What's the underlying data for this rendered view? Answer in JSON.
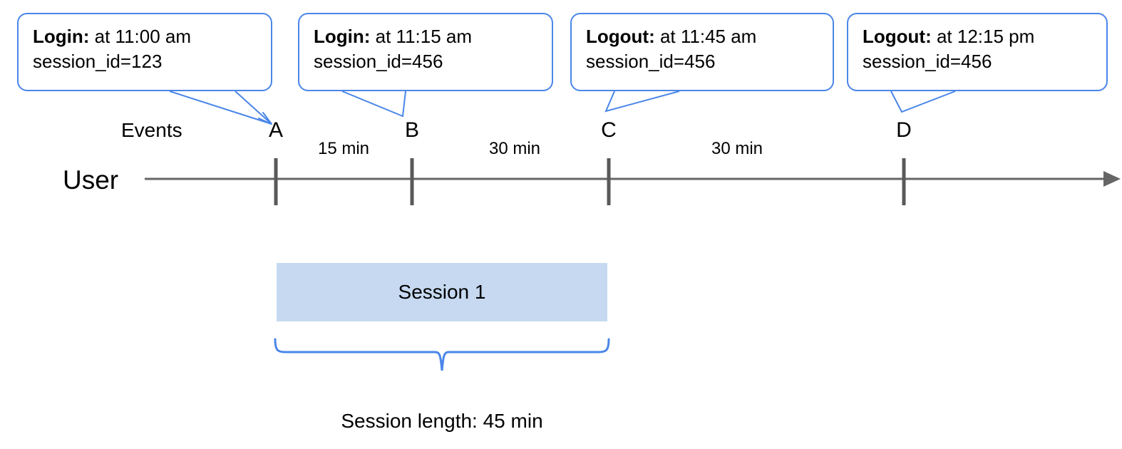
{
  "diagram": {
    "lanes": {
      "events_label": "Events",
      "user_label": "User"
    },
    "events": [
      {
        "letter": "A",
        "callout": {
          "label": "Login:",
          "time_text": " at 11:00 am",
          "session_line": "session_id=123"
        }
      },
      {
        "letter": "B",
        "callout": {
          "label": "Login:",
          "time_text": " at 11:15 am",
          "session_line": "session_id=456"
        }
      },
      {
        "letter": "C",
        "callout": {
          "label": "Logout:",
          "time_text": " at 11:45 am",
          "session_line": "session_id=456"
        }
      },
      {
        "letter": "D",
        "callout": {
          "label": "Logout:",
          "time_text": " at 12:15 pm",
          "session_line": "session_id=456"
        }
      }
    ],
    "intervals": [
      {
        "text": "15 min",
        "from": "A",
        "to": "B"
      },
      {
        "text": "30 min",
        "from": "B",
        "to": "C"
      },
      {
        "text": "30 min",
        "from": "C",
        "to": "D"
      }
    ],
    "session": {
      "bar_label": "Session 1",
      "length_label": "Session length: 45 min"
    },
    "colors": {
      "callout_border": "#4a86e8",
      "session_bar_fill": "#c6d9f0",
      "brace": "#4a86e8",
      "axis": "#666666",
      "tick": "#595959",
      "text": "#000000"
    }
  }
}
